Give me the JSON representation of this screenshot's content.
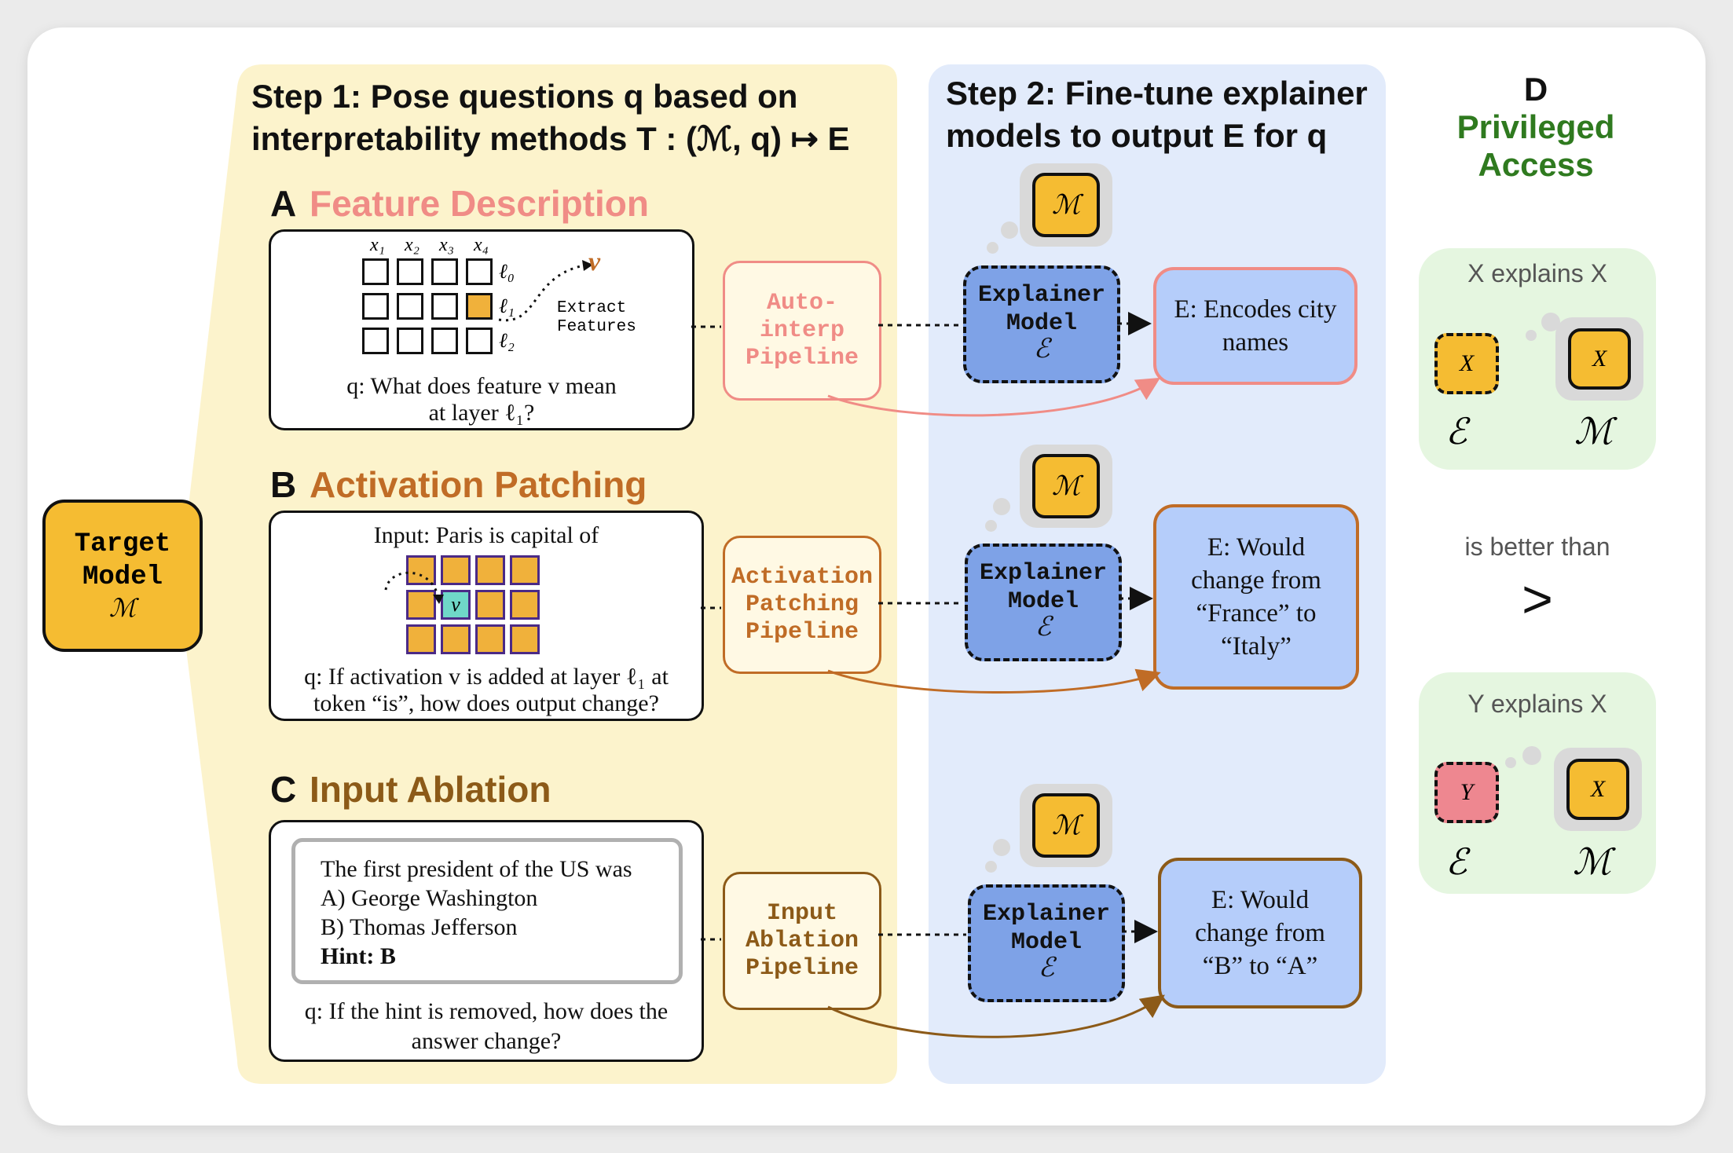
{
  "step1": {
    "line1": "Step 1: Pose questions q based on",
    "line2": "interpretability methods T : (ℳ, q) ↦ E"
  },
  "step2": {
    "line1": "Step 2: Fine-tune explainer",
    "line2": "models to output E for q"
  },
  "target": {
    "line1": "Target",
    "line2": "Model",
    "symbol": "ℳ"
  },
  "model_symbol": "ℳ",
  "explainer": {
    "line1": "Explainer",
    "line2": "Model",
    "symbol": "ℰ"
  },
  "sections": {
    "a": {
      "letter": "A",
      "title": "Feature Description",
      "color": "#f08c86",
      "grid_cols": [
        "x₁",
        "x₂",
        "x₃",
        "x₄"
      ],
      "grid_rows": [
        "ℓ₀",
        "ℓ₁",
        "ℓ₂"
      ],
      "vector": "v",
      "extract_line1": "Extract",
      "extract_line2": "Features",
      "question_line1": "q: What does feature v mean",
      "question_line2": "at layer ℓ₁?",
      "pipeline": [
        "Auto-",
        "interp",
        "Pipeline"
      ],
      "explanation_line1": "E: Encodes city",
      "explanation_line2": "names"
    },
    "b": {
      "letter": "B",
      "title": "Activation Patching",
      "color": "#c06c26",
      "input": "Input: Paris is capital of",
      "vector": "v",
      "question_line1": "q: If activation v is added at layer ℓ₁ at",
      "question_line2": "token “is”, how does output change?",
      "pipeline": [
        "Activation",
        "Patching",
        "Pipeline"
      ],
      "explanation": [
        "E: Would",
        "change from",
        "“France” to",
        "“Italy”"
      ]
    },
    "c": {
      "letter": "C",
      "title": "Input Ablation",
      "color": "#8c5a18",
      "prompt": [
        "The first president of the US was",
        "A) George Washington",
        "B) Thomas Jefferson"
      ],
      "hint": "Hint: B",
      "question_line1": "q: If the hint is removed, how does the",
      "question_line2": "answer change?",
      "pipeline": [
        "Input",
        "Ablation",
        "Pipeline"
      ],
      "explanation": [
        "E: Would",
        "change from",
        "“B” to “A”"
      ]
    }
  },
  "panel_d": {
    "letter": "D",
    "title_line1": "Privileged",
    "title_line2": "Access",
    "title_color": "#2f7a1f",
    "top_caption": "X explains X",
    "top_explainer_label": "X",
    "top_model_label": "X",
    "middle_caption": "is better than",
    "comparator": ">",
    "bottom_caption": "Y explains X",
    "bottom_explainer_label": "Y",
    "bottom_model_label": "X",
    "explainer_symbol": "ℰ",
    "model_symbol": "ℳ"
  }
}
